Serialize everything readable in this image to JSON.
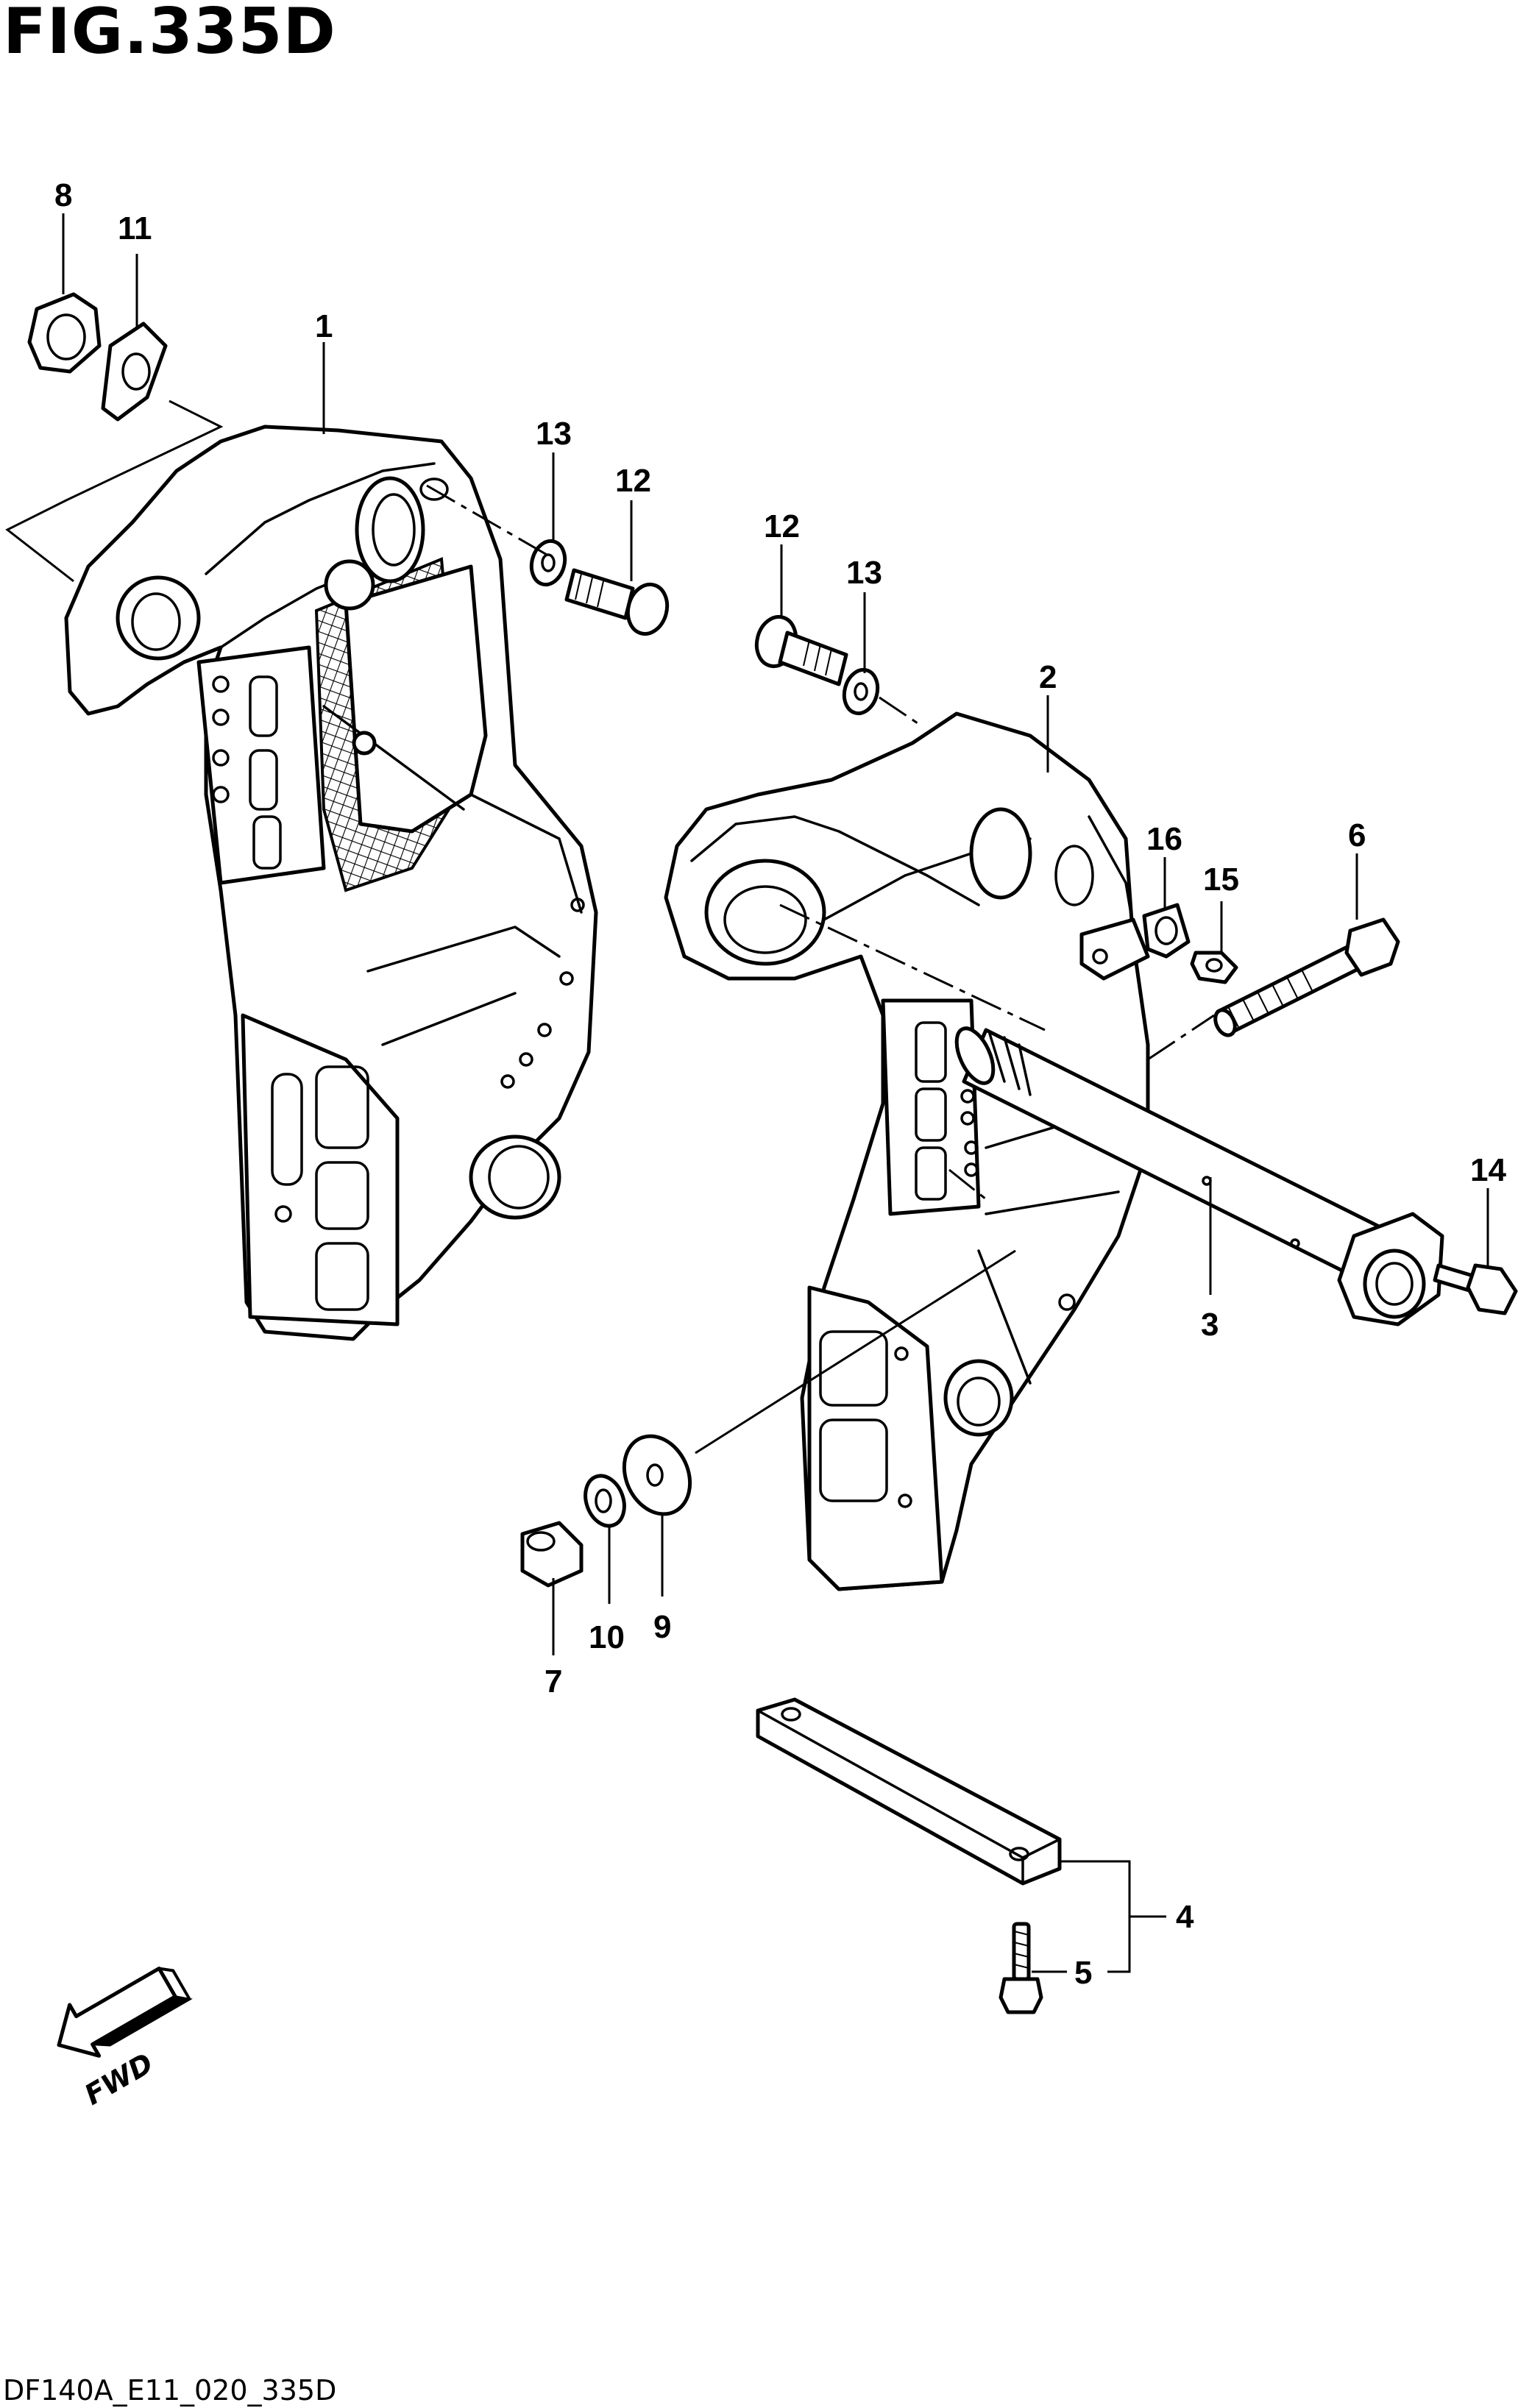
{
  "figure": {
    "title": "FIG.335D",
    "code": "DF140A_E11_020_335D",
    "direction_label": "FWD"
  },
  "callouts": [
    "1",
    "2",
    "3",
    "4",
    "5",
    "6",
    "7",
    "8",
    "9",
    "10",
    "11",
    "12",
    "12",
    "13",
    "13",
    "14",
    "15",
    "16"
  ]
}
